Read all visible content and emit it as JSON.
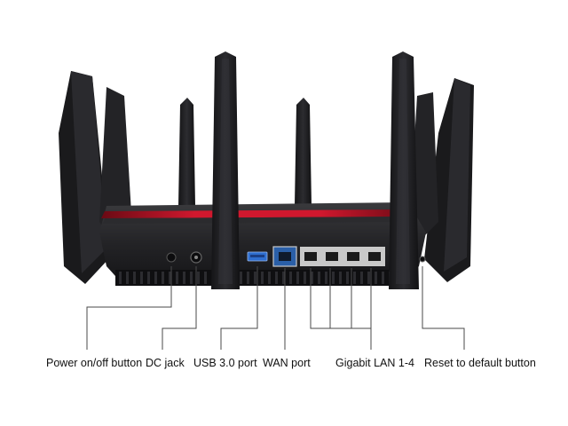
{
  "labels": {
    "power_button": "Power on/off button",
    "dc_jack": "DC jack",
    "usb_port": "USB 3.0 port",
    "wan_port": "WAN port",
    "lan_ports": "Gigabit LAN 1-4",
    "reset_button": "Reset to default button"
  },
  "colors": {
    "body": "#1e1e20",
    "accent_stripe": "#c8102e",
    "usb_blue": "#2f6fd0",
    "wan_blue": "#2a5fa8",
    "lan_silver": "#c9c9c9",
    "leader_line": "#4a4a4a"
  }
}
